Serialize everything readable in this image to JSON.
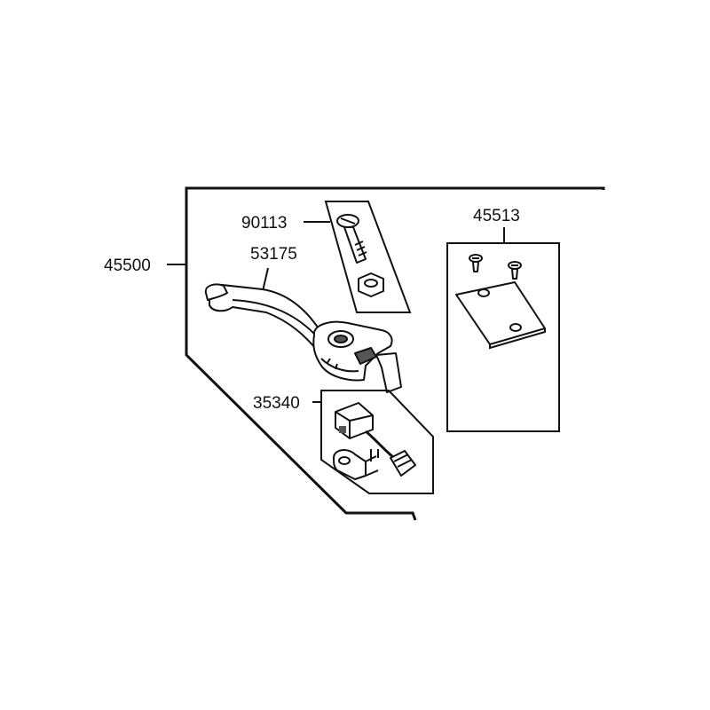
{
  "colors": {
    "line": "#111111",
    "part_fill": "#ffffff",
    "part_shade": "#555555",
    "background": "#ffffff"
  },
  "parts": [
    {
      "id": "assembly",
      "number": "45500"
    },
    {
      "id": "bolt",
      "number": "90113"
    },
    {
      "id": "lever",
      "number": "53175"
    },
    {
      "id": "cover-kit",
      "number": "45513"
    },
    {
      "id": "switch",
      "number": "35340"
    }
  ]
}
